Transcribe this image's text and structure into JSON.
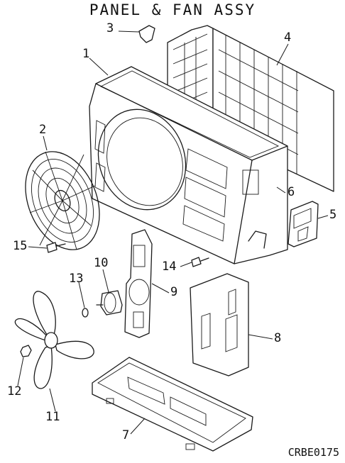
{
  "title": "PANEL & FAN ASSY",
  "drawing_code": "CRBE0175",
  "callouts": {
    "p1": "1",
    "p2": "2",
    "p3": "3",
    "p4": "4",
    "p5": "5",
    "p6": "6",
    "p7": "7",
    "p8": "8",
    "p9": "9",
    "p10": "10",
    "p11": "11",
    "p12": "12",
    "p13": "13",
    "p14": "14",
    "p15": "15"
  }
}
